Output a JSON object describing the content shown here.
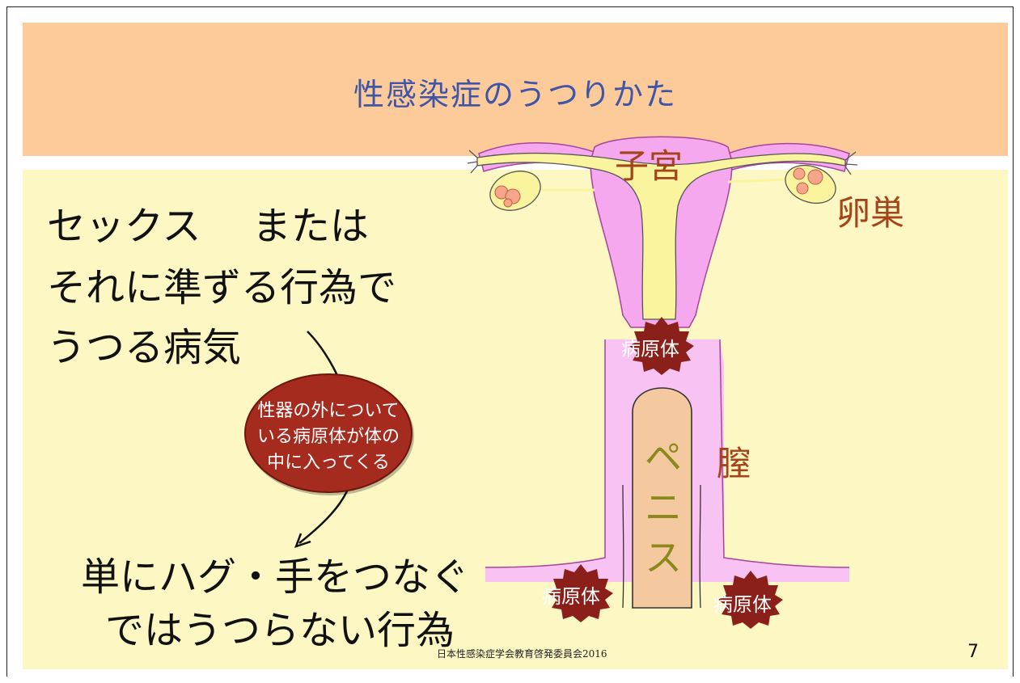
{
  "slide": {
    "title": "性感染症のうつりかた",
    "main_lines": [
      "セックス　 または",
      "それに準ずる行為で",
      "うつる病気"
    ],
    "bubble_lines": [
      "性器の外について",
      "いる病原体が体の",
      "中に入ってくる"
    ],
    "bottom_lines": [
      "単にハグ・手をつなぐ",
      "ではうつらない行為"
    ],
    "footer": "日本性感染症学会教育啓発委員会2016",
    "page_number": "7"
  },
  "diagram": {
    "labels": {
      "uterus": "子宮",
      "ovary": "卵巣",
      "vagina": "膣",
      "penis": "ペニス",
      "pathogen_top": "病原体",
      "pathogen_left": "病原体",
      "pathogen_right": "病原体"
    }
  },
  "colors": {
    "title_band": "#fdca9a",
    "title_text": "#3f56a8",
    "content_bg": "#fdf7c3",
    "bubble": "#a52b1f",
    "organ_pink": "#f6a8ef",
    "organ_yellow": "#fbf49e",
    "penis": "#f5c9a0",
    "label_brown": "#a5441a",
    "penis_text": "#8a8a1c",
    "pathogen": "#8b1f1a"
  }
}
